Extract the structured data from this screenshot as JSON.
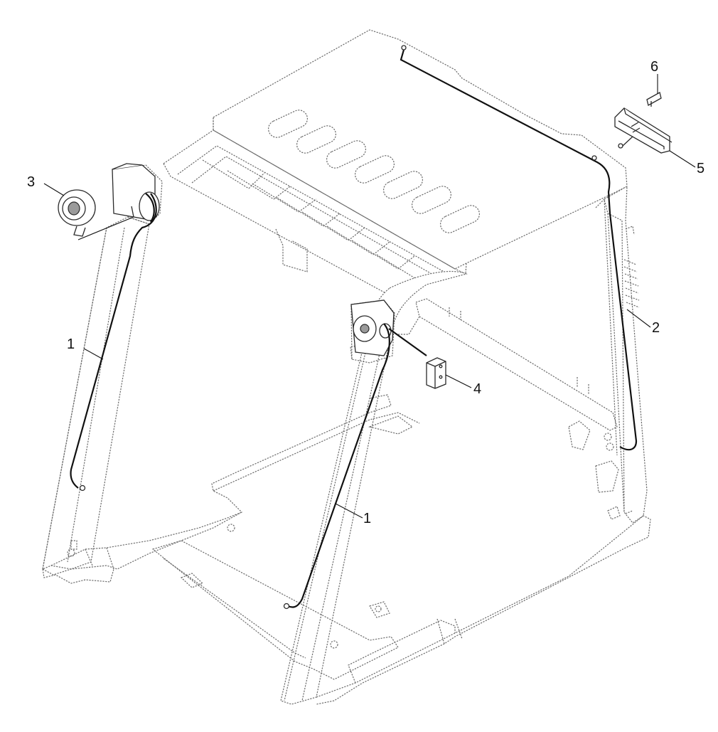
{
  "diagram": {
    "callouts": [
      {
        "id": "c1a",
        "text": "1"
      },
      {
        "id": "c1b",
        "text": "1"
      },
      {
        "id": "c2",
        "text": "2"
      },
      {
        "id": "c3",
        "text": "3"
      },
      {
        "id": "c4",
        "text": "4"
      },
      {
        "id": "c5",
        "text": "5"
      },
      {
        "id": "c6",
        "text": "6"
      }
    ]
  }
}
